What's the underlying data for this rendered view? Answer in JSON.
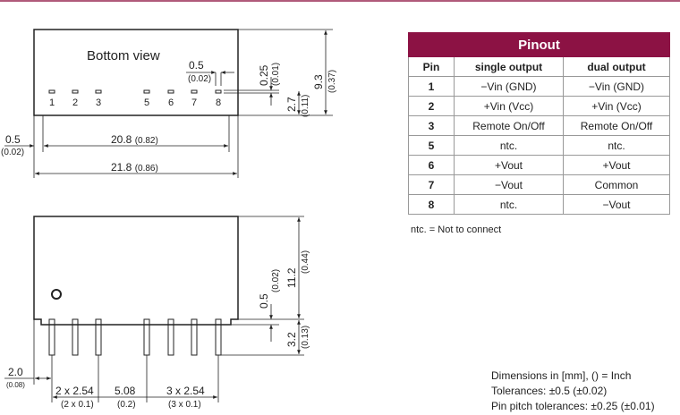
{
  "drawing": {
    "bottom_view_label": "Bottom view",
    "pin_numbers": [
      "1",
      "2",
      "3",
      "5",
      "6",
      "7",
      "8"
    ],
    "dims": {
      "pin_offset": "0.5",
      "pin_offset_in": "(0.02)",
      "height_total": "9.3",
      "height_total_in": "(0.37)",
      "pin_row_top": "0.25",
      "pin_row_top_in": "(0.01)",
      "pin_row": "2.7",
      "pin_row_in": "(0.11)",
      "left_gap": "0.5",
      "left_gap_in": "(0.02)",
      "inner_width": "20.8",
      "inner_width_in": "(0.82)",
      "outer_width": "21.8",
      "outer_width_in": "(0.86)",
      "body_height": "11.2",
      "body_height_in": "(0.44)",
      "standoff": "0.5",
      "standoff_in": "(0.02)",
      "pin_length": "3.2",
      "pin_length_in": "(0.13)",
      "first_pin": "2.0",
      "first_pin_in": "(0.08)",
      "pitch_left": "2 x 2.54",
      "pitch_left_in": "(2 x 0.1)",
      "gap_mid": "5.08",
      "gap_mid_in": "(0.2)",
      "pitch_right": "3 x 2.54",
      "pitch_right_in": "(3 x 0.1)"
    }
  },
  "pinout": {
    "title": "Pinout",
    "headers": [
      "Pin",
      "single output",
      "dual output"
    ],
    "rows": [
      {
        "pin": "1",
        "single": "−Vin (GND)",
        "dual": "−Vin (GND)"
      },
      {
        "pin": "2",
        "single": "+Vin (Vcc)",
        "dual": "+Vin (Vcc)"
      },
      {
        "pin": "3",
        "single": "Remote  On/Off",
        "dual": "Remote  On/Off"
      },
      {
        "pin": "5",
        "single": "ntc.",
        "dual": "ntc."
      },
      {
        "pin": "6",
        "single": "+Vout",
        "dual": "+Vout"
      },
      {
        "pin": "7",
        "single": "−Vout",
        "dual": "Common"
      },
      {
        "pin": "8",
        "single": "ntc.",
        "dual": "−Vout"
      }
    ]
  },
  "note": "ntc. = Not to connect",
  "footer": {
    "dimensions": "Dimensions in [mm], () = Inch",
    "tolerances": "Tolerances: ±0.5 (±0.02)",
    "pin_pitch": "Pin pitch tolerances: ±0.25 (±0.01)"
  }
}
